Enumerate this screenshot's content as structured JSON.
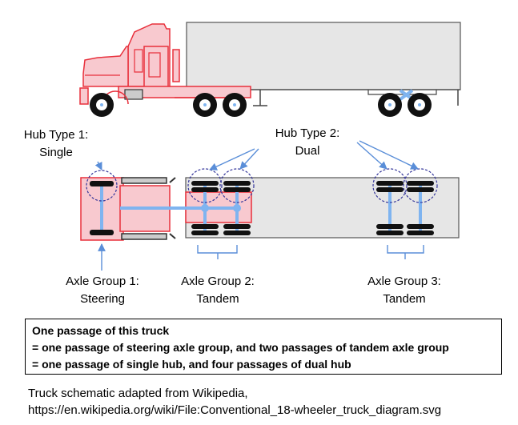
{
  "labels": {
    "hub_type_1": [
      "Hub Type 1:",
      "Single"
    ],
    "hub_type_2": [
      "Hub Type 2:",
      "Dual"
    ],
    "axle_group_1": [
      "Axle Group 1:",
      "Steering"
    ],
    "axle_group_2": [
      "Axle Group 2:",
      "Tandem"
    ],
    "axle_group_3": [
      "Axle Group 3:",
      "Tandem"
    ]
  },
  "note": [
    "One passage of this truck",
    "= one passage of steering axle group, and two passages of tandem axle group",
    "= one passage of single hub, and four passages of dual hub"
  ],
  "credit": [
    "Truck schematic adapted from Wikipedia,",
    "https://en.wikipedia.org/wiki/File:Conventional_18-wheeler_truck_diagram.svg"
  ],
  "colors": {
    "cab_fill": "#f8c9cf",
    "cab_stroke": "#e8303c",
    "trailer_fill": "#e6e6e6",
    "axle_blue": "#7fb4f0",
    "hub_circle": "#34359a",
    "tire": "#111111"
  }
}
